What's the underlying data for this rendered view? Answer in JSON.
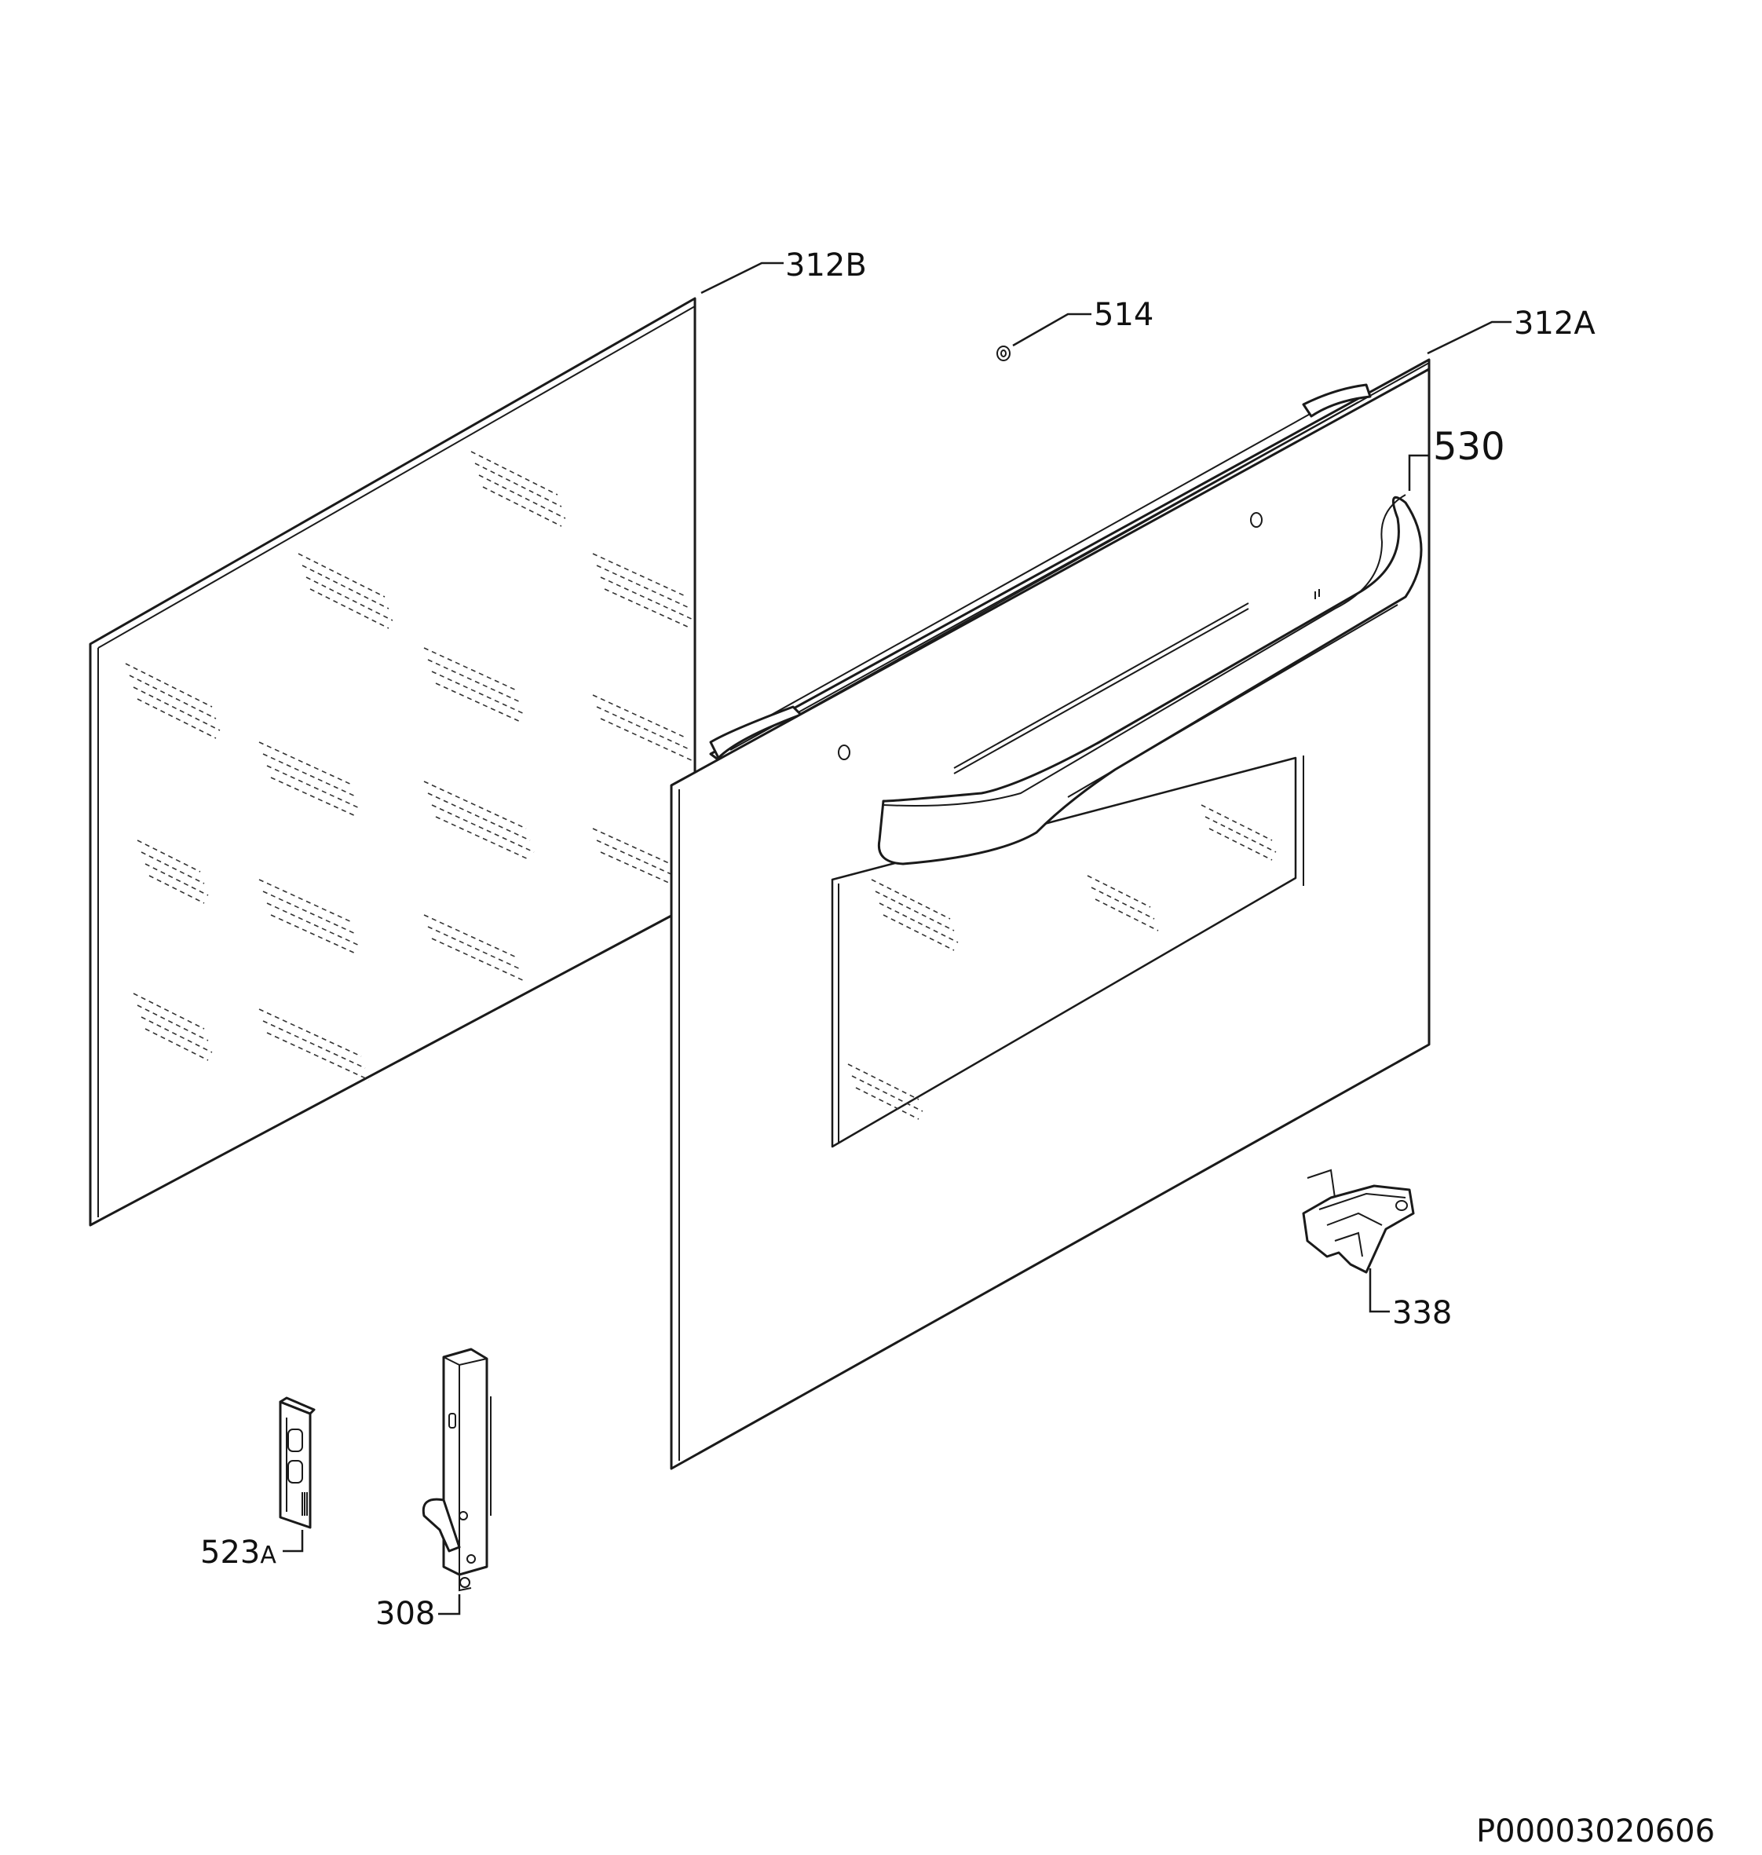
{
  "labels": {
    "p312B": "312B",
    "p514": "514",
    "p312A": "312A",
    "p530": "530",
    "p338": "338",
    "p523A_num": "523",
    "p523A_suffix": "A",
    "p308": "308"
  },
  "document_id": "P00003020606"
}
